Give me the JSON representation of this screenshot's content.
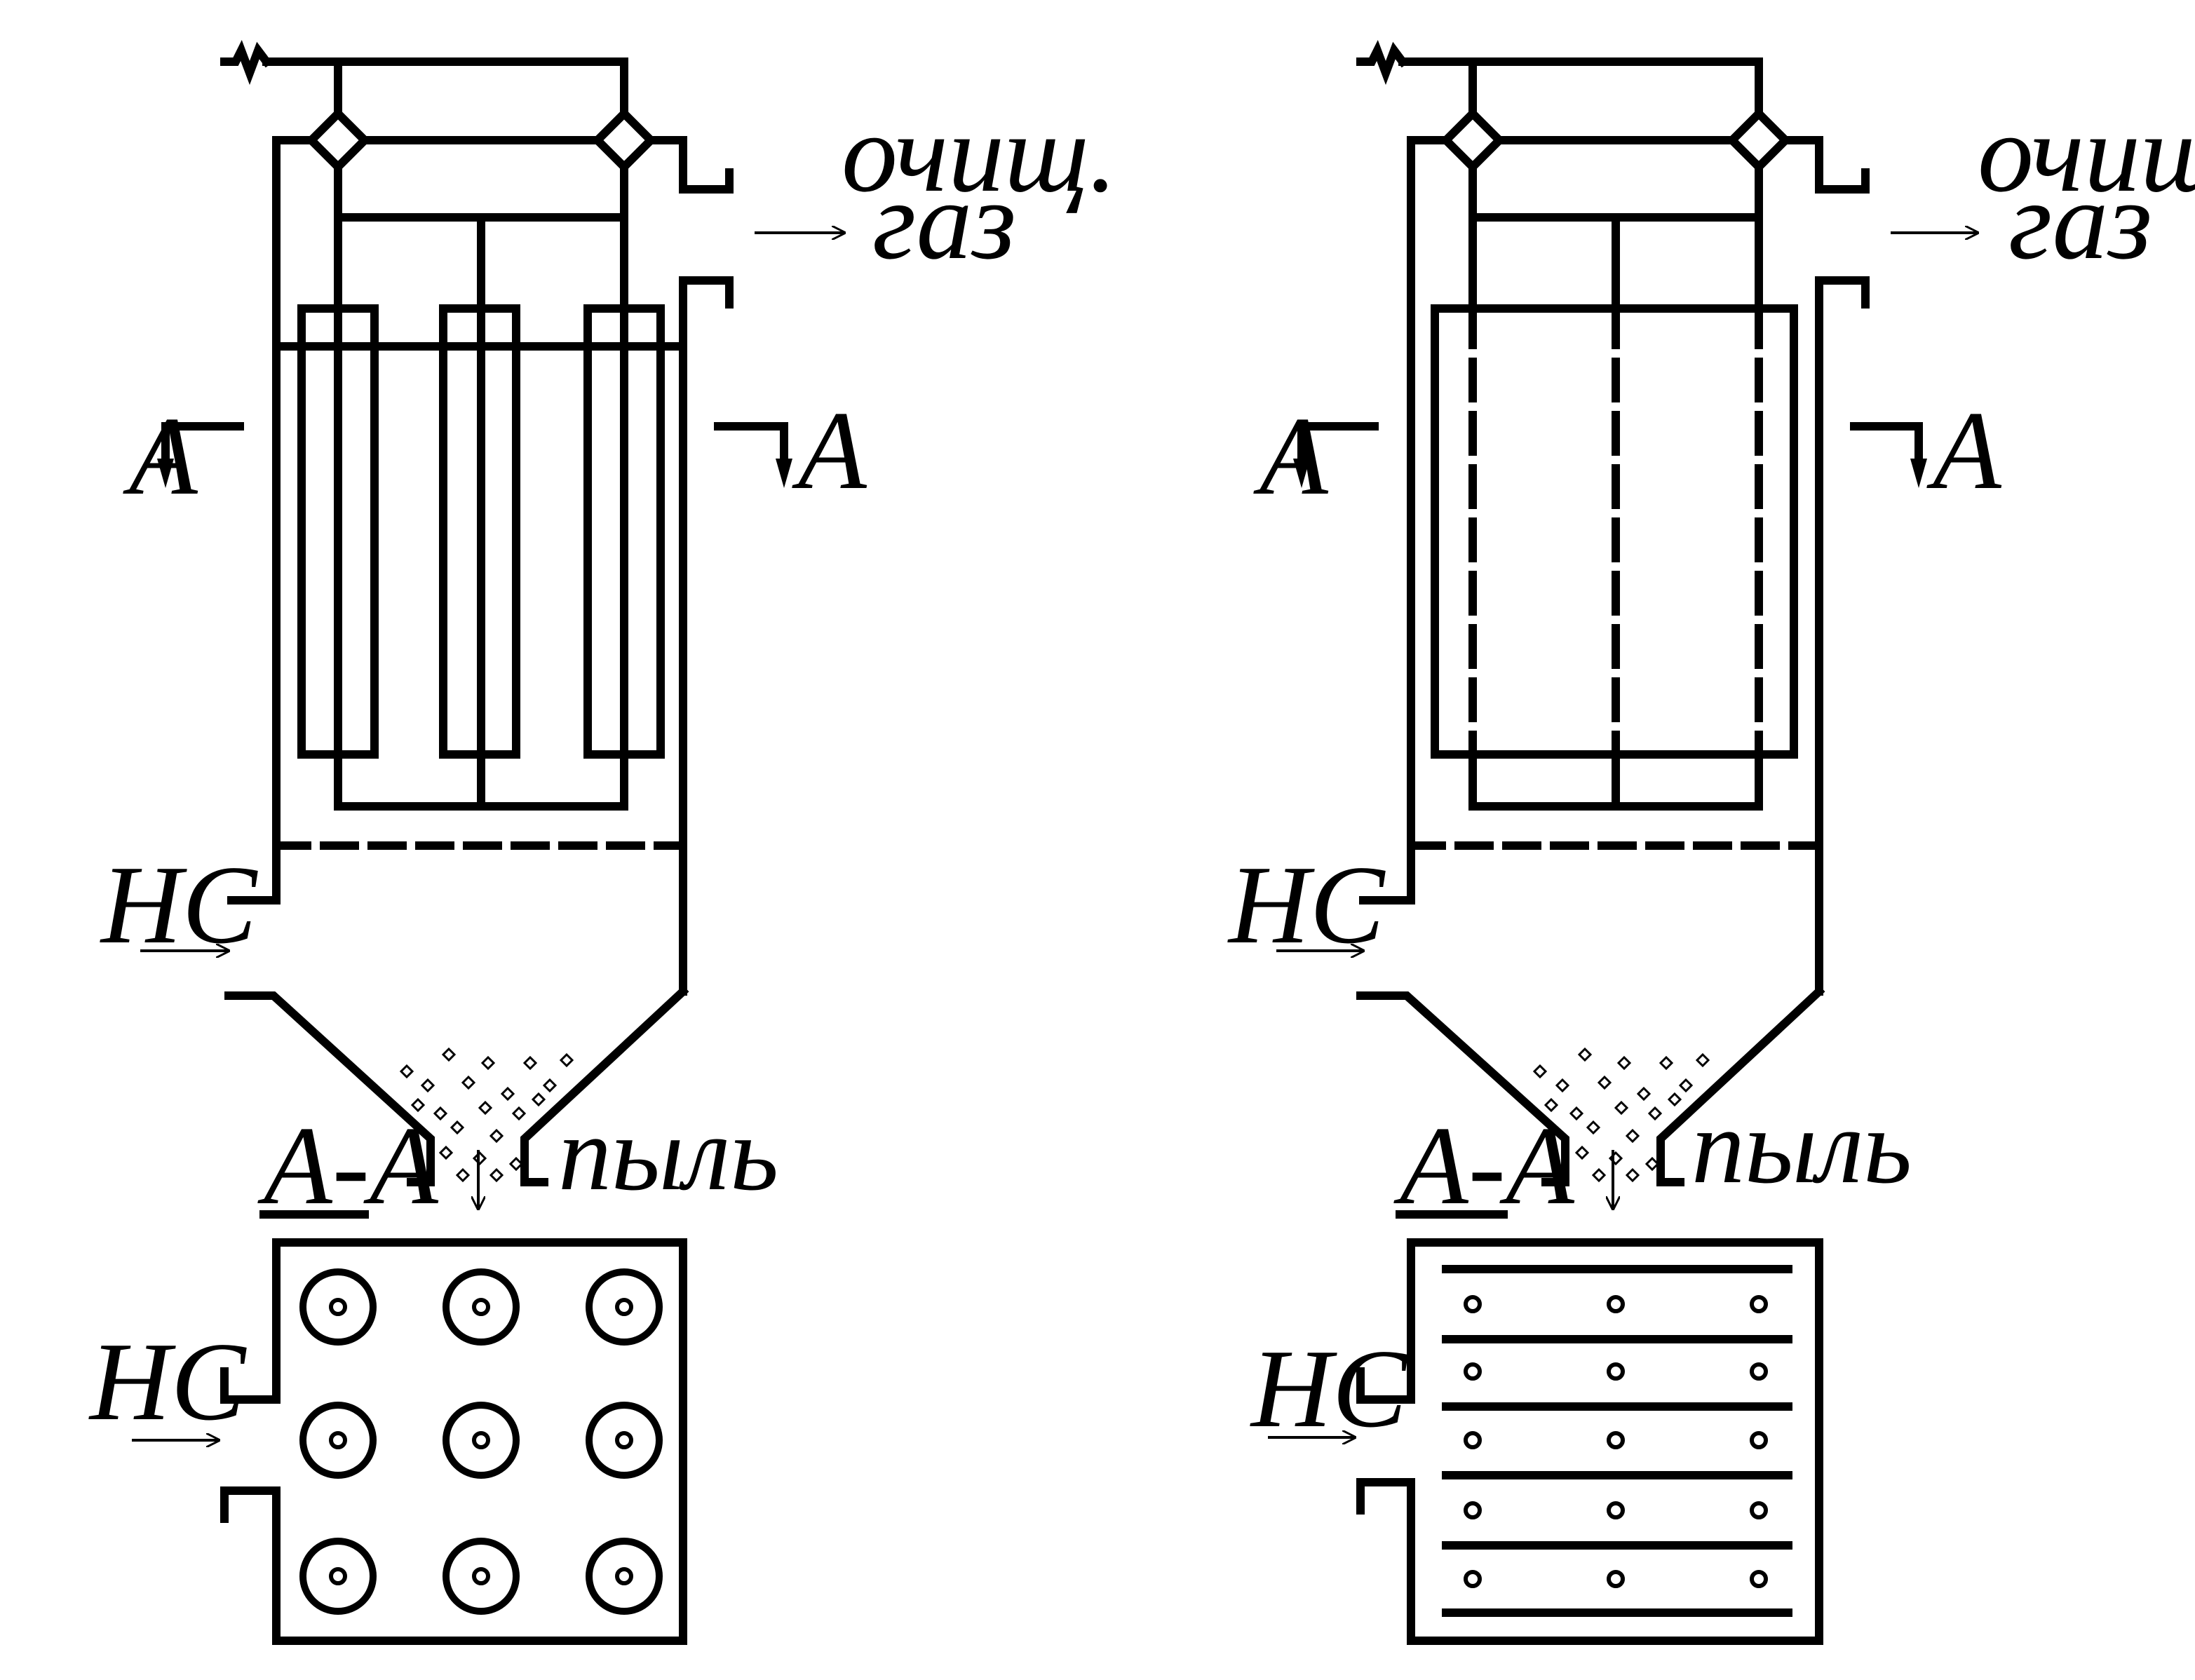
{
  "labels": {
    "clean_gas_line1": "очищ.",
    "clean_gas_line2": "газ",
    "section_mark": "А",
    "dust_gas": "НС",
    "dust": "пыль",
    "section_title": "А-А"
  },
  "colors": {
    "line": "#000000",
    "background": "#ffffff"
  },
  "icons": [
    "arrow-icon",
    "insulator-icon",
    "ground-zigzag-icon"
  ]
}
